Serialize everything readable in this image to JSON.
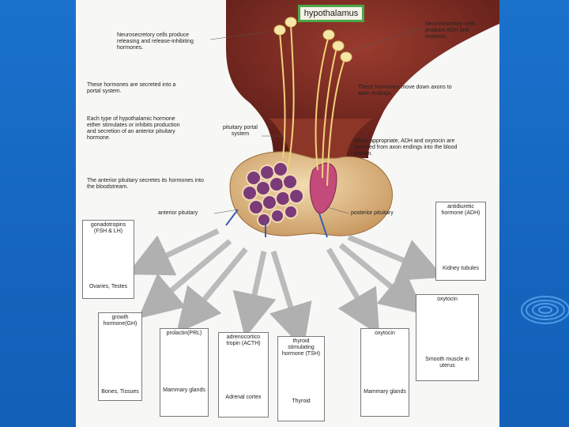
{
  "title": "hypothalamus",
  "labels": {
    "neurosecretory_left": "Neurosecretory cells produce releasing and release-inhibiting hormones.",
    "neurosecretory_right": "Neurosecretory cells produce ADH and oxytocin.",
    "portal_system": "These hormones are secreted into a portal system.",
    "axons": "These hormones move down axons to axon endings.",
    "each_type": "Each type of hypothalamic hormone either stimulates or inhibits production and secretion of an anterior pituitary hormone.",
    "pituitary_portal": "pituitary portal system",
    "adh_secreted": "When appropriate, ADH and oxytocin are secreted from axon endings into the blood stream.",
    "anterior_secretes": "The anterior pituitary secretes its hormones into the bloodstream.",
    "anterior_pituitary": "anterior pituitary",
    "posterior_pituitary": "posterior pituitary"
  },
  "targets": {
    "gonadotropins": {
      "title": "gonadotropins (FSH & LH)",
      "caption": "Ovaries, Testes"
    },
    "growth": {
      "title": "growth hormone(GH)",
      "caption": "Bones, Tissues"
    },
    "prolactin": {
      "title": "prolactin(PRL)",
      "caption": "Mammary glands"
    },
    "acth": {
      "title": "adrenocortico tropin (ACTH)",
      "caption": "Adrenal cortex"
    },
    "tsh": {
      "title": "thyroid stimulating hormone (TSH)",
      "caption": "Thyroid"
    },
    "oxytocin_mammary": {
      "title": "oxytocin",
      "caption": "Mammary glands"
    },
    "adh": {
      "title": "antidiuretic hormone (ADH)",
      "caption": "Kidney tubules"
    },
    "oxytocin_uterus": {
      "title": "oxytocin",
      "caption": "Smooth muscle in uterus"
    }
  },
  "colors": {
    "slide_bg": "#1769c2",
    "highlight_box": "#4aa845",
    "brain": "#7a2a22",
    "tissue": "#e8c79a"
  }
}
